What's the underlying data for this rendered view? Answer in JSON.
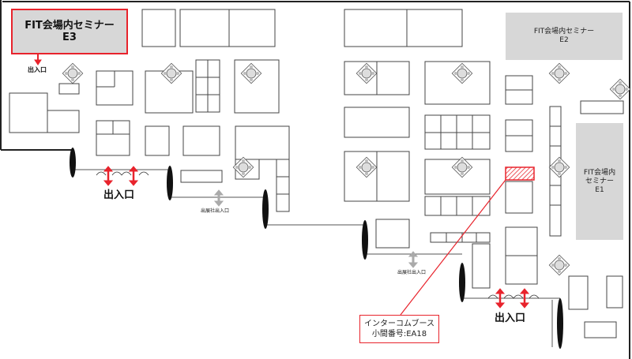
{
  "seminar_rooms": {
    "e3": {
      "line1": "FIT会場内セミナー",
      "line2": "E3"
    },
    "e2": {
      "line1": "FIT会場内セミナー",
      "line2": "E2"
    },
    "e1": {
      "line1": "FIT会場内",
      "line2": "セミナー",
      "line3": "E1"
    }
  },
  "entrances": {
    "small_label": "出入口",
    "main_left": "出入口",
    "main_right": "出入口"
  },
  "exhibitor_entrances": {
    "upper": "出展社出入口",
    "lower": "出展社出入口"
  },
  "callout": {
    "line1": "インターコムブース",
    "line2": "小間番号:EA18"
  },
  "colors": {
    "highlight": "#e8232c",
    "arrow_gray": "#aaaaaa",
    "seminar_fill": "#d7d7d7",
    "wall": "#222222"
  }
}
